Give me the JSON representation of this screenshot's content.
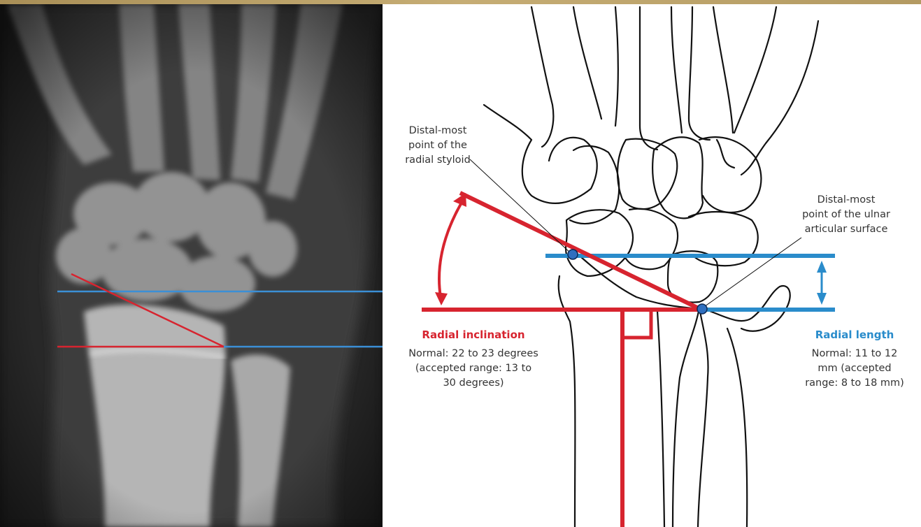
{
  "annotations": {
    "radial_styloid_point": "Distal-most\npoint of the\nradial styloid",
    "ulnar_surface_point": "Distal-most\npoint of the ulnar\narticular surface"
  },
  "radial_inclination": {
    "title": "Radial inclination",
    "description": "Normal: 22 to 23 degrees\n(accepted range: 13 to\n30 degrees)",
    "color": "#d7242f"
  },
  "radial_length": {
    "title": "Radial length",
    "description": "Normal: 11 to 12\nmm (accepted\nrange: 8 to 18 mm)",
    "color": "#2a8ccb"
  },
  "colors": {
    "header_bar": "#b9a064",
    "marker_fill": "#2f6fbf",
    "outline": "#111111"
  }
}
